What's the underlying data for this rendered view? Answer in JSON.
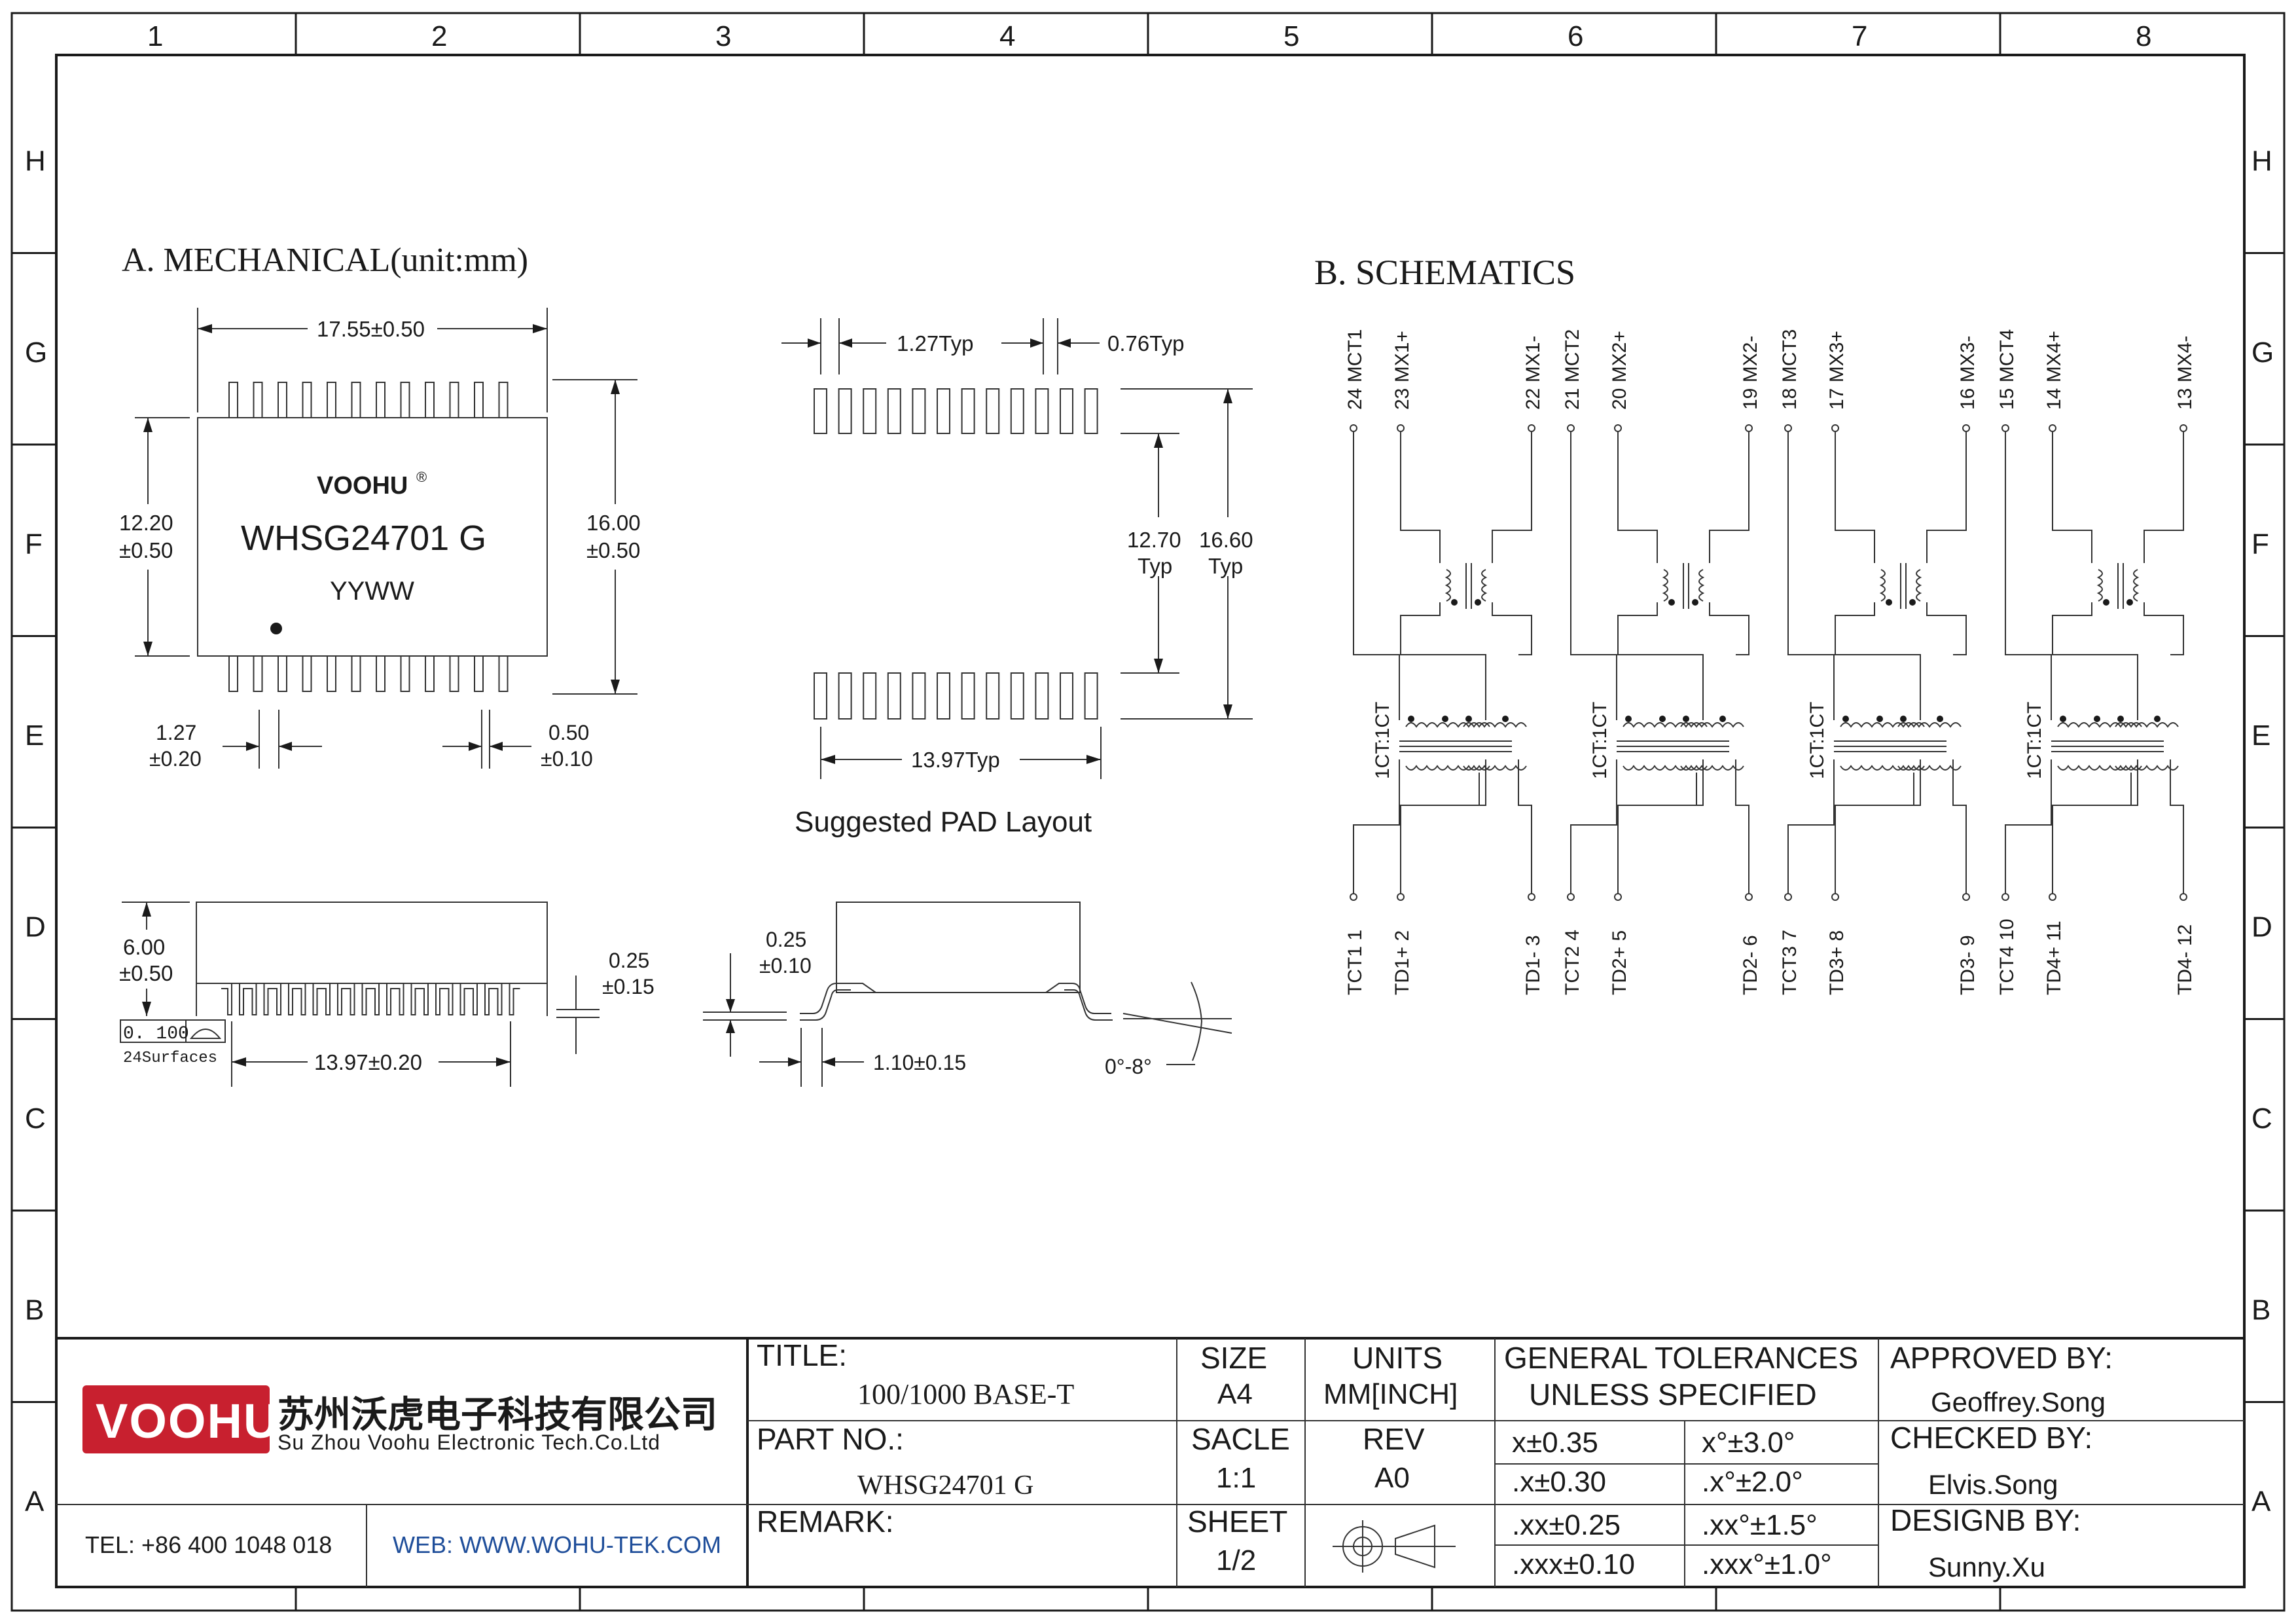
{
  "frame": {
    "columns": [
      "1",
      "2",
      "3",
      "4",
      "5",
      "6",
      "7",
      "8"
    ],
    "rows": [
      "H",
      "G",
      "F",
      "E",
      "D",
      "C",
      "B",
      "A"
    ]
  },
  "mechanical": {
    "heading": "A. MECHANICAL(unit:mm)",
    "top_view": {
      "brand": "VOOHU",
      "registered_mark": "®",
      "part": "WHSG24701 G",
      "date_code": "YYWW",
      "dim_width": "17.55±0.50",
      "dim_body_height": [
        "12.20",
        "±0.50"
      ],
      "dim_total_height": [
        "16.00",
        "±0.50"
      ],
      "dim_pitch": [
        "1.27",
        "±0.20"
      ],
      "dim_lead_width": [
        "0.50",
        "±0.10"
      ]
    },
    "side_view": {
      "dim_height": [
        "6.00",
        "±0.50"
      ],
      "dim_lead_thickness": [
        "0.25",
        "±0.15"
      ],
      "coplanarity_value": "0. 100",
      "surfaces_note": "24Surfaces",
      "dim_length": "13.97±0.20"
    },
    "lead_detail": {
      "dim_standoff": [
        "0.25",
        "±0.10"
      ],
      "dim_foot": "1.10±0.15",
      "dim_angle": "0°-8°"
    }
  },
  "pad_layout": {
    "dim_pitch": "1.27Typ",
    "dim_pad_width": "0.76Typ",
    "dim_inner": [
      "12.70",
      "Typ"
    ],
    "dim_outer": [
      "16.60",
      "Typ"
    ],
    "dim_span": "13.97Typ",
    "caption": "Suggested PAD Layout"
  },
  "schematics": {
    "heading": "B. SCHEMATICS",
    "ratio_label": "1CT:1CT",
    "channels": [
      {
        "top": [
          {
            "num": "24",
            "name": "MCT1"
          },
          {
            "num": "23",
            "name": "MX1+"
          },
          {
            "num": "22",
            "name": "MX1-"
          }
        ],
        "bottom": [
          {
            "num": "1",
            "name": "TCT1"
          },
          {
            "num": "2",
            "name": "TD1+"
          },
          {
            "num": "3",
            "name": "TD1-"
          }
        ]
      },
      {
        "top": [
          {
            "num": "21",
            "name": "MCT2"
          },
          {
            "num": "20",
            "name": "MX2+"
          },
          {
            "num": "19",
            "name": "MX2-"
          }
        ],
        "bottom": [
          {
            "num": "4",
            "name": "TCT2"
          },
          {
            "num": "5",
            "name": "TD2+"
          },
          {
            "num": "6",
            "name": "TD2-"
          }
        ]
      },
      {
        "top": [
          {
            "num": "18",
            "name": "MCT3"
          },
          {
            "num": "17",
            "name": "MX3+"
          },
          {
            "num": "16",
            "name": "MX3-"
          }
        ],
        "bottom": [
          {
            "num": "7",
            "name": "TCT3"
          },
          {
            "num": "8",
            "name": "TD3+"
          },
          {
            "num": "9",
            "name": "TD3-"
          }
        ]
      },
      {
        "top": [
          {
            "num": "15",
            "name": "MCT4"
          },
          {
            "num": "14",
            "name": "MX4+"
          },
          {
            "num": "13",
            "name": "MX4-"
          }
        ],
        "bottom": [
          {
            "num": "10",
            "name": "TCT4"
          },
          {
            "num": "11",
            "name": "TD4+"
          },
          {
            "num": "12",
            "name": "TD4-"
          }
        ]
      }
    ]
  },
  "title_block": {
    "logo_text": "VOOHU",
    "company_cn": "苏州沃虎电子科技有限公司",
    "company_en": "Su Zhou Voohu Electronic Tech.Co.Ltd",
    "tel": "TEL: +86 400 1048 018",
    "web": "WEB: WWW.WOHU-TEK.COM",
    "title_label": "TITLE:",
    "title_value": "100/1000 BASE-T",
    "part_label": "PART NO.:",
    "part_value": "WHSG24701 G",
    "remark_label": "REMARK:",
    "size_label": "SIZE",
    "size_value": "A4",
    "scale_label": "SACLE",
    "scale_value": "1:1",
    "sheet_label": "SHEET",
    "sheet_value": "1/2",
    "units_label": "UNITS",
    "units_value": "MM[INCH]",
    "rev_label": "REV",
    "rev_value": "A0",
    "tol_heading_1": "GENERAL TOLERANCES",
    "tol_heading_2": "UNLESS SPECIFIED",
    "tolerances": [
      [
        "x±0.35",
        "x°±3.0°"
      ],
      [
        ".x±0.30",
        ".x°±2.0°"
      ],
      [
        ".xx±0.25",
        ".xx°±1.5°"
      ],
      [
        ".xxx±0.10",
        ".xxx°±1.0°"
      ]
    ],
    "approved_label": "APPROVED BY:",
    "approved_value": "Geoffrey.Song",
    "checked_label": "CHECKED BY:",
    "checked_value": "Elvis.Song",
    "designed_label": "DESIGNB BY:",
    "designed_value": "Sunny.Xu",
    "colors": {
      "logo_red": "#c8202f",
      "web_blue": "#1f4e9a",
      "ink": "#1a1a1a"
    }
  }
}
